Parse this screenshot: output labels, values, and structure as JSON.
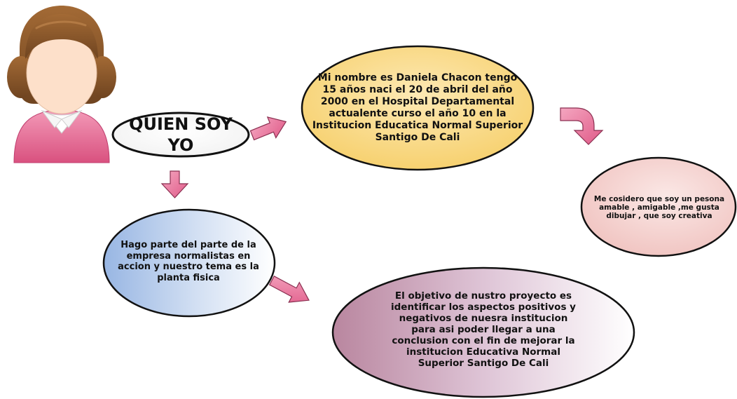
{
  "title": "QUIEN SOY YO",
  "bubbles": {
    "name": "Mi nombre es Daniela Chacon tengo 15 años naci el 20 de abril del año 2000 en el Hospital Departamental actualente curso el año 10 en la Institucion Educatica Normal Superior Santigo De Cali",
    "traits": "Me cosidero que soy un pesona amable , amigable ,me gusta dibujar , que soy creativa",
    "company": "Hago parte del  parte de la empresa normalistas en accion y nuestro tema es la planta  fisica",
    "objective": "El objetivo de nustro proyecto es identificar los aspectos positivos y negativos de nuesra institucion para asi poder llegar a una conclusion con el fin de mejorar la institucion Educativa Normal Superior Santigo De Cali"
  },
  "icons": {
    "avatar": "girl-avatar-icon",
    "arrows": [
      "arrow-right-icon",
      "arrow-down-icon",
      "arrow-curved-down-icon",
      "arrow-down-right-icon"
    ]
  },
  "colors": {
    "bubble_outline": "#111111",
    "title_bubble_fill": "#ffffff",
    "name_bubble_fill": "#f8d67a",
    "traits_bubble_fill": "#f6d3d1",
    "company_bubble_fill": "#a8c1e6",
    "objective_bubble_fill": "#c495b8",
    "arrow_fill": "#e8739a",
    "hair": "#8b5a2b",
    "skin": "#fde0ca",
    "shirt": "#e86f99"
  }
}
